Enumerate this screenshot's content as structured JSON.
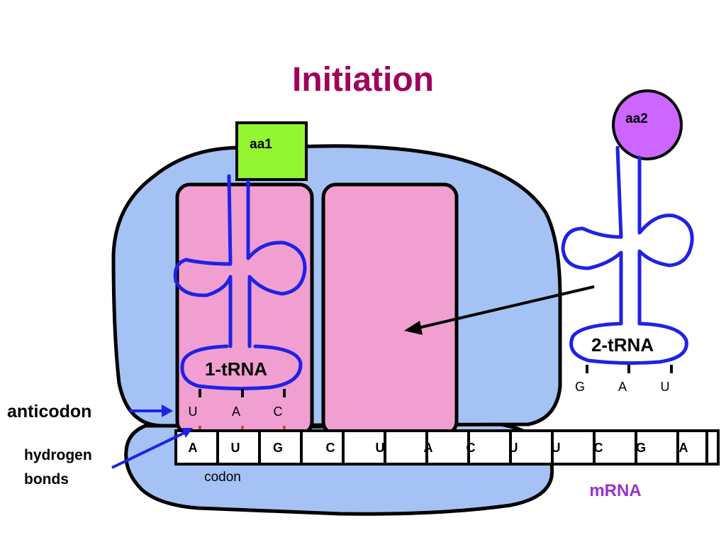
{
  "title": "Initiation",
  "colors": {
    "title": "#A0005A",
    "ribbosome_body": "#A4C2F4",
    "site_fill": "#F19FD0",
    "trna_stroke": "#1E22E6",
    "aa1_fill": "#92F52F",
    "aa2_fill": "#CC66FF",
    "mrna_label": "#9933CC",
    "hbond": "#C0504D",
    "arrow_blue": "#1E22E6"
  },
  "amino_acids": {
    "aa1": "aa1",
    "aa2": "aa2"
  },
  "trna1": {
    "label": "1-tRNA",
    "anticodon": [
      "U",
      "A",
      "C"
    ]
  },
  "trna2": {
    "label": "2-tRNA",
    "anticodon": [
      "G",
      "A",
      "U"
    ]
  },
  "mrna": {
    "label": "mRNA",
    "bases": [
      "A",
      "U",
      "G",
      "C",
      "U",
      "A",
      "C",
      "U",
      "U",
      "C",
      "G",
      "A"
    ],
    "codon_label": "codon"
  },
  "labels": {
    "anticodon": "anticodon",
    "hydrogen_bonds_line1": "hydrogen",
    "hydrogen_bonds_line2": "bonds"
  }
}
